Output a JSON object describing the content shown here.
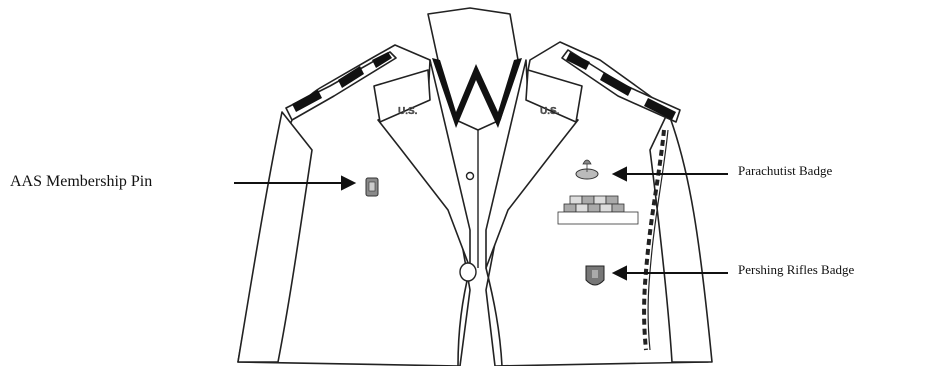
{
  "labels": {
    "aas_pin": "AAS Membership Pin",
    "parachutist": "Parachutist Badge",
    "pershing": "Pershing Rifles Badge"
  },
  "collar_insignia": {
    "left": "U.S.",
    "right": "U.S."
  },
  "colors": {
    "line": "#222222",
    "fill": "#ffffff",
    "dark": "#111111",
    "badge_gray": "#8a8a8a"
  }
}
